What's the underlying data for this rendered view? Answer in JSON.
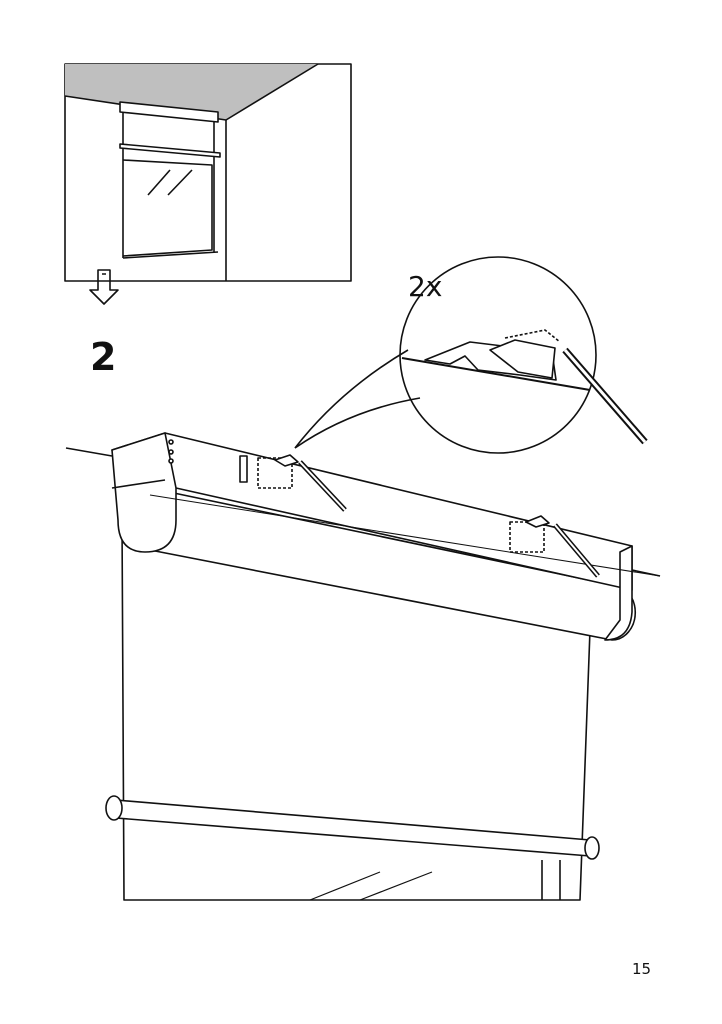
{
  "step_number": "2",
  "quantity_label": "2x",
  "page_number": "15",
  "colors": {
    "line": "#111111",
    "ceiling": "#bfbfbf",
    "background": "#ffffff"
  }
}
